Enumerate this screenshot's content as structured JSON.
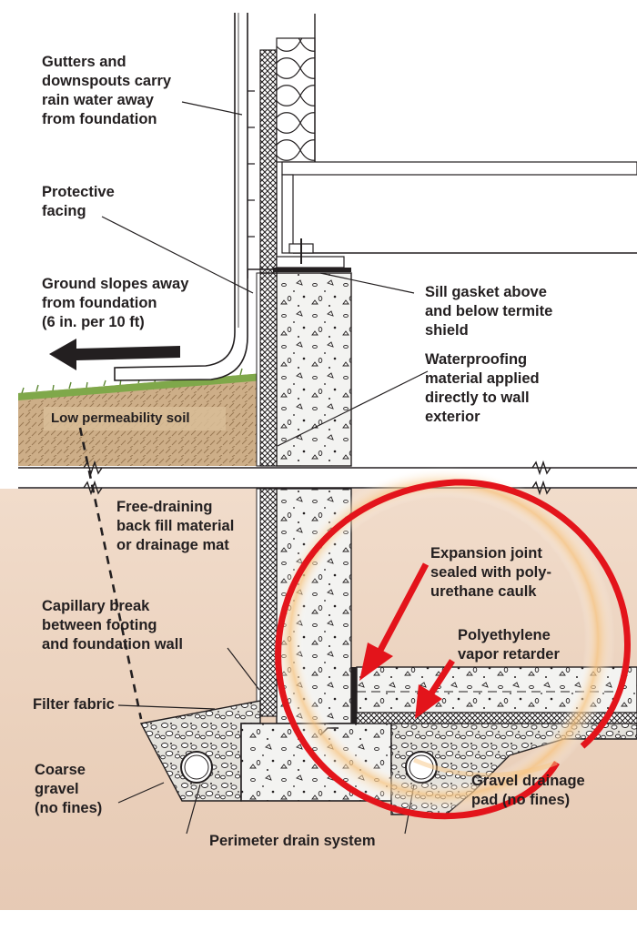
{
  "labels": {
    "gutters": "Gutters and\ndownspouts carry\nrain water away\nfrom foundation",
    "protective_facing": "Protective\nfacing",
    "ground_slopes": "Ground slopes away\nfrom foundation\n(6 in. per 10 ft)",
    "sill_gasket": "Sill gasket above\nand below termite\nshield",
    "waterproofing": "Waterproofing\nmaterial applied\ndirectly to wall\nexterior",
    "low_permeability_soil": "Low permeability soil",
    "free_draining": "Free-draining\nback fill material\nor drainage mat",
    "expansion_joint": "Expansion joint\nsealed with poly-\nurethane caulk",
    "capillary_break": "Capillary break\nbetween footing\nand foundation wall",
    "polyethylene": "Polyethylene\nvapor retarder",
    "filter_fabric": "Filter fabric",
    "coarse_gravel": "Coarse\ngravel\n(no fines)",
    "gravel_pad": "Gravel drainage\npad (no fines)",
    "perimeter_drain": "Perimeter drain system"
  },
  "colors": {
    "soil_top": "#cfae86",
    "soil_lower": "#ecd3bd",
    "grass": "#7fa84a",
    "concrete": "#f1f1ef",
    "highlight_red": "#e3141b",
    "glow": "#f6c27a",
    "line": "#231f20"
  }
}
